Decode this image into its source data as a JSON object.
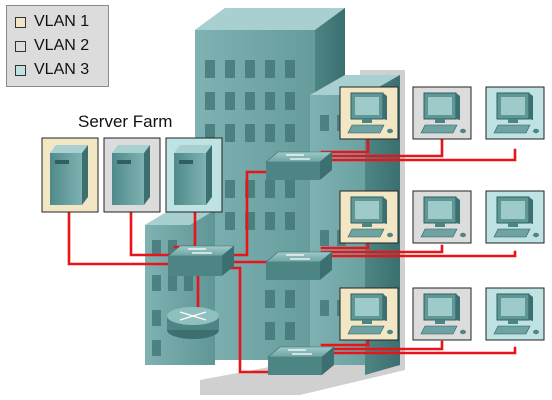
{
  "legend": {
    "items": [
      {
        "label": "VLAN 1",
        "color": "#f2e6c4"
      },
      {
        "label": "VLAN 2",
        "color": "#dcdcdc"
      },
      {
        "label": "VLAN 3",
        "color": "#bfe3e3"
      }
    ]
  },
  "server_farm": {
    "title": "Server Farm",
    "servers": [
      {
        "vlan": "VLAN 1",
        "icon": "server-icon"
      },
      {
        "vlan": "VLAN 2",
        "icon": "server-icon"
      },
      {
        "vlan": "VLAN 3",
        "icon": "server-icon"
      }
    ]
  },
  "network": {
    "building_icon": "office-building",
    "router_icon": "router-icon",
    "switch_icon": "switch-icon",
    "link_color": "#e8141a",
    "switches": [
      "core-switch",
      "floor-switch-top",
      "floor-switch-middle",
      "floor-switch-bottom"
    ],
    "workstation_rows": [
      [
        "VLAN 1",
        "VLAN 2",
        "VLAN 3"
      ],
      [
        "VLAN 1",
        "VLAN 2",
        "VLAN 3"
      ],
      [
        "VLAN 1",
        "VLAN 2",
        "VLAN 3"
      ]
    ]
  }
}
